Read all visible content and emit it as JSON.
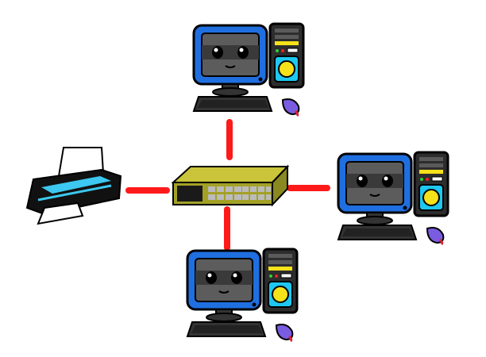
{
  "diagram": {
    "type": "star-network",
    "hub": {
      "icon": "network-switch-icon",
      "ports": 16
    },
    "nodes": [
      {
        "id": "computer-top",
        "icon": "desktop-computer-icon"
      },
      {
        "id": "computer-right",
        "icon": "desktop-computer-icon"
      },
      {
        "id": "computer-bottom",
        "icon": "desktop-computer-icon"
      },
      {
        "id": "printer-left",
        "icon": "printer-icon"
      }
    ],
    "links": [
      {
        "from": "hub",
        "to": "computer-top"
      },
      {
        "from": "hub",
        "to": "computer-right"
      },
      {
        "from": "hub",
        "to": "computer-bottom"
      },
      {
        "from": "hub",
        "to": "printer-left"
      }
    ]
  },
  "colors": {
    "link": "#ff1a1a",
    "monitor_frame": "#1f6fe0",
    "screen": "#5c5c5c",
    "tower_body": "#2d2d2d",
    "tower_window": "#1ec8f0",
    "tower_bay": "#f5e21a",
    "switch_body": "#a3a125",
    "printer_body": "#111111",
    "printer_accent": "#3cc8f0",
    "mouse": "#7a5ce0"
  }
}
